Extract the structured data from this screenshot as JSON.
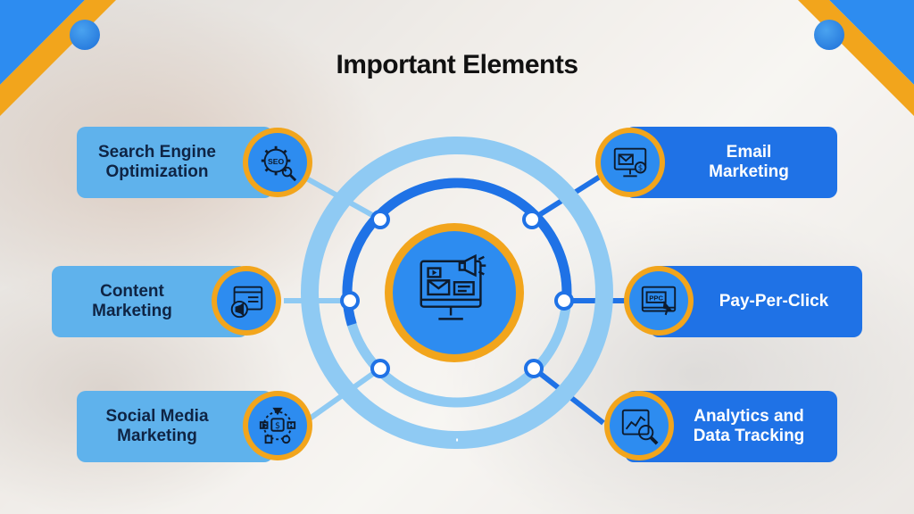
{
  "title": "Important Elements",
  "center": {
    "icon": "monitor-marketing-icon"
  },
  "elements": [
    {
      "label_line1": "Search Engine",
      "label_line2": "Optimization",
      "icon": "seo-gear-icon"
    },
    {
      "label_line1": "Content",
      "label_line2": "Marketing",
      "icon": "content-megaphone-icon"
    },
    {
      "label_line1": "Social Media",
      "label_line2": "Marketing",
      "icon": "social-media-icon"
    },
    {
      "label_line1": "Email",
      "label_line2": "Marketing",
      "icon": "email-marketing-icon"
    },
    {
      "label_line1": "Pay-Per-Click",
      "label_line2": "",
      "icon": "ppc-icon"
    },
    {
      "label_line1": "Analytics and",
      "label_line2": "Data Tracking",
      "icon": "analytics-icon"
    }
  ],
  "ppc_icon_text": "PPC",
  "seo_icon_text": "SEO",
  "colors": {
    "light_card": "#5fb2ec",
    "dark_card": "#1f72e6",
    "ring_light": "#8fcaf3",
    "ring_dark": "#1f72e6",
    "accent": "#f2a51c",
    "badge": "#2d8cf0",
    "title": "#111111"
  }
}
